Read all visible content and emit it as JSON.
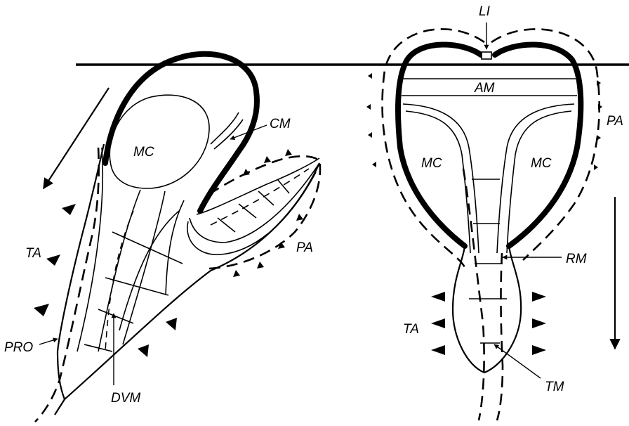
{
  "labels": {
    "li": "LI",
    "am": "AM",
    "pa_right": "PA",
    "mc_right_left": "MC",
    "mc_right_right": "MC",
    "rm": "RM",
    "ta_right": "TA",
    "tm": "TM",
    "cm": "CM",
    "mc_left": "MC",
    "pa_left": "PA",
    "ta_left": "TA",
    "pro": "PRO",
    "dvm": "DVM"
  }
}
